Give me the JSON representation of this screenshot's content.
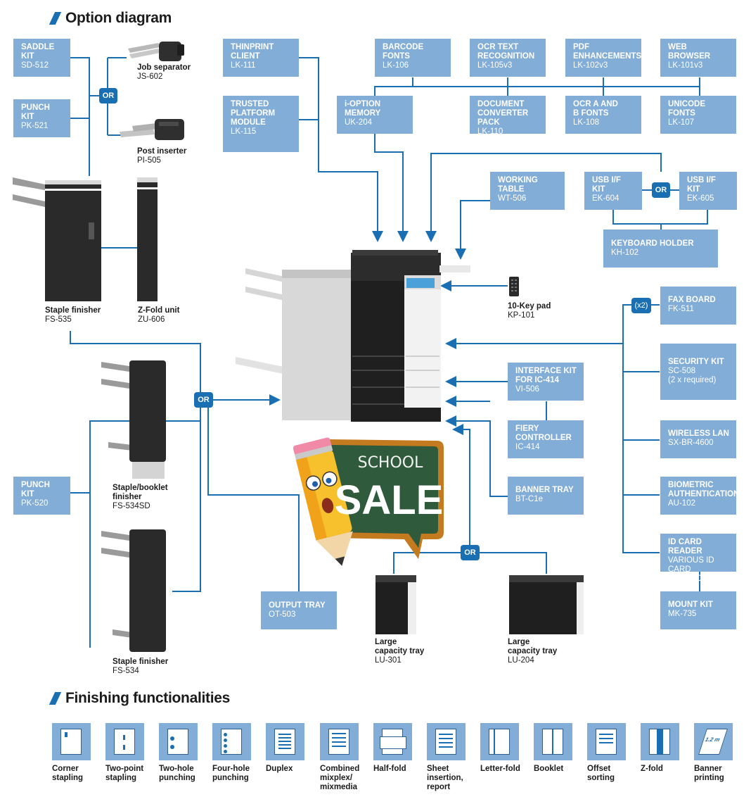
{
  "sections": {
    "option_diagram": "Option diagram",
    "finishing": "Finishing functionalities"
  },
  "or_label": "OR",
  "x2_label": "(x2)",
  "options": {
    "saddle_kit": {
      "name": "SADDLE\nKIT",
      "code": "SD-512"
    },
    "punch_kit_521": {
      "name": "PUNCH\nKIT",
      "code": "PK-521"
    },
    "thinprint": {
      "name": "THINPRINT\nCLIENT",
      "code": "LK-111"
    },
    "tpm": {
      "name": "TRUSTED\nPLATFORM\nMODULE",
      "code": "LK-115"
    },
    "barcode": {
      "name": "BARCODE\nFONTS",
      "code": "LK-106"
    },
    "ocr_text": {
      "name": "OCR TEXT\nRECOGNITION",
      "code": "LK-105v3"
    },
    "pdf": {
      "name": "PDF\nENHANCEMENTS",
      "code": "LK-102v3"
    },
    "web": {
      "name": "WEB\nBROWSER",
      "code": "LK-101v3"
    },
    "ioption": {
      "name": "i-OPTION\nMEMORY",
      "code": "UK-204"
    },
    "docconv": {
      "name": "DOCUMENT\nCONVERTER PACK",
      "code": "LK-110"
    },
    "ocrab": {
      "name": "OCR A AND\nB FONTS",
      "code": "LK-108"
    },
    "unicode": {
      "name": "UNICODE\nFONTS",
      "code": "LK-107"
    },
    "working_table": {
      "name": "WORKING\nTABLE",
      "code": "WT-506"
    },
    "usb604": {
      "name": "USB I/F KIT",
      "code": "EK-604"
    },
    "usb605": {
      "name": "USB I/F KIT",
      "code": "EK-605"
    },
    "keyboard": {
      "name": "KEYBOARD HOLDER",
      "code": "KH-102"
    },
    "fax": {
      "name": "FAX BOARD",
      "code": "FK-511"
    },
    "security": {
      "name": "SECURITY KIT",
      "code": "SC-508\n(2 x required)"
    },
    "wireless": {
      "name": "WIRELESS LAN",
      "code": "SX-BR-4600"
    },
    "biometric": {
      "name": "BIOMETRIC\nAUTHENTICATION",
      "code": "AU-102"
    },
    "idcard": {
      "name": "ID CARD READER",
      "code": "VARIOUS ID CARD\nTECHNOLOGIES"
    },
    "mount": {
      "name": "MOUNT KIT",
      "code": "MK-735"
    },
    "interface": {
      "name": "INTERFACE KIT\nFOR IC-414",
      "code": "VI-506"
    },
    "fiery": {
      "name": "FIERY\nCONTROLLER",
      "code": "IC-414"
    },
    "banner": {
      "name": "BANNER TRAY",
      "code": "BT-C1e"
    },
    "punch_kit_520": {
      "name": "PUNCH KIT",
      "code": "PK-520"
    },
    "output_tray": {
      "name": "OUTPUT TRAY",
      "code": "OT-503"
    }
  },
  "devices": {
    "job_separator": {
      "name": "Job separator",
      "code": "JS-602"
    },
    "post_inserter": {
      "name": "Post inserter",
      "code": "PI-505"
    },
    "fs535": {
      "name": "Staple finisher",
      "code": "FS-535"
    },
    "zu606": {
      "name": "Z-Fold unit",
      "code": "ZU-606"
    },
    "keypad": {
      "name": "10-Key pad",
      "code": "KP-101"
    },
    "fs534sd": {
      "name": "Staple/booklet\nfinisher",
      "code": "FS-534SD"
    },
    "fs534": {
      "name": "Staple finisher",
      "code": "FS-534"
    },
    "lu301": {
      "name": "Large\ncapacity tray",
      "code": "LU-301"
    },
    "lu204": {
      "name": "Large\ncapacity tray",
      "code": "LU-204"
    }
  },
  "sale_badge": {
    "line1": "SCHOOL",
    "line2": "SALE"
  },
  "finishing_items": [
    {
      "label": "Corner\nstapling",
      "icon": "corner-stapling-icon"
    },
    {
      "label": "Two-point\nstapling",
      "icon": "two-point-stapling-icon"
    },
    {
      "label": "Two-hole\npunching",
      "icon": "two-hole-punching-icon"
    },
    {
      "label": "Four-hole\npunching",
      "icon": "four-hole-punching-icon"
    },
    {
      "label": "Duplex",
      "icon": "duplex-icon"
    },
    {
      "label": "Combined\nmixplex/\nmixmedia",
      "icon": "mixplex-icon"
    },
    {
      "label": "Half-fold",
      "icon": "half-fold-icon"
    },
    {
      "label": "Sheet\ninsertion,\nreport",
      "icon": "sheet-insertion-icon"
    },
    {
      "label": "Letter-fold",
      "icon": "letter-fold-icon"
    },
    {
      "label": "Booklet",
      "icon": "booklet-icon"
    },
    {
      "label": "Offset\nsorting",
      "icon": "offset-sorting-icon"
    },
    {
      "label": "Z-fold",
      "icon": "z-fold-icon"
    },
    {
      "label": "Banner\nprinting",
      "icon": "banner-printing-icon"
    }
  ],
  "banner_icon_text": "1.2 m",
  "colors": {
    "box": "#82add6",
    "line": "#1a6fb3",
    "accent": "#1a6fb3"
  }
}
